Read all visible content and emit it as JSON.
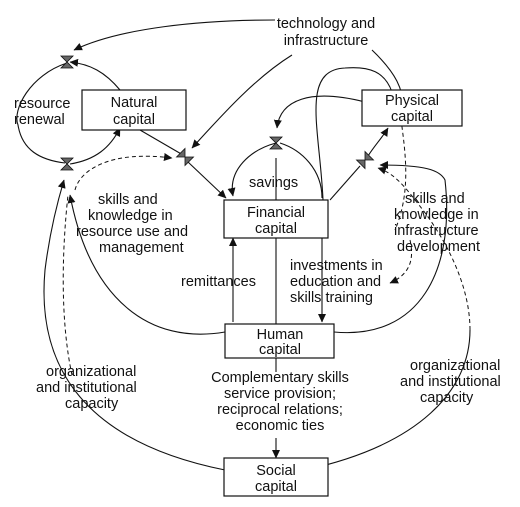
{
  "diagram": {
    "nodes": {
      "natural": {
        "line1": "Natural",
        "line2": "capital"
      },
      "physical": {
        "line1": "Physical",
        "line2": "capital"
      },
      "financial": {
        "line1": "Financial",
        "line2": "capital"
      },
      "human": {
        "line1": "Human",
        "line2": "capital"
      },
      "social": {
        "line1": "Social",
        "line2": "capital"
      }
    },
    "labels": {
      "technology": [
        "technology and",
        "infrastructure"
      ],
      "resource_renewal": [
        "resource",
        "renewal"
      ],
      "savings": [
        "savings"
      ],
      "skills_resource": [
        "skills and",
        "knowledge in",
        "resource use and",
        "management"
      ],
      "skills_infrastructure": [
        "skills and",
        "knowledge in",
        "infrastructure",
        "development"
      ],
      "remittances": [
        "remittances"
      ],
      "investments": [
        "investments in",
        "education and",
        "skills training"
      ],
      "org_left": [
        "organizational",
        "and institutional",
        "capacity"
      ],
      "org_right": [
        "organizational",
        "and institutional",
        "capacity"
      ],
      "complementary": [
        "Complementary skills",
        "service provision;",
        "reciprocal relations;",
        "economic ties"
      ]
    },
    "colors": {
      "line": "#111111",
      "valve_fill": "#666666",
      "background": "#ffffff"
    }
  }
}
